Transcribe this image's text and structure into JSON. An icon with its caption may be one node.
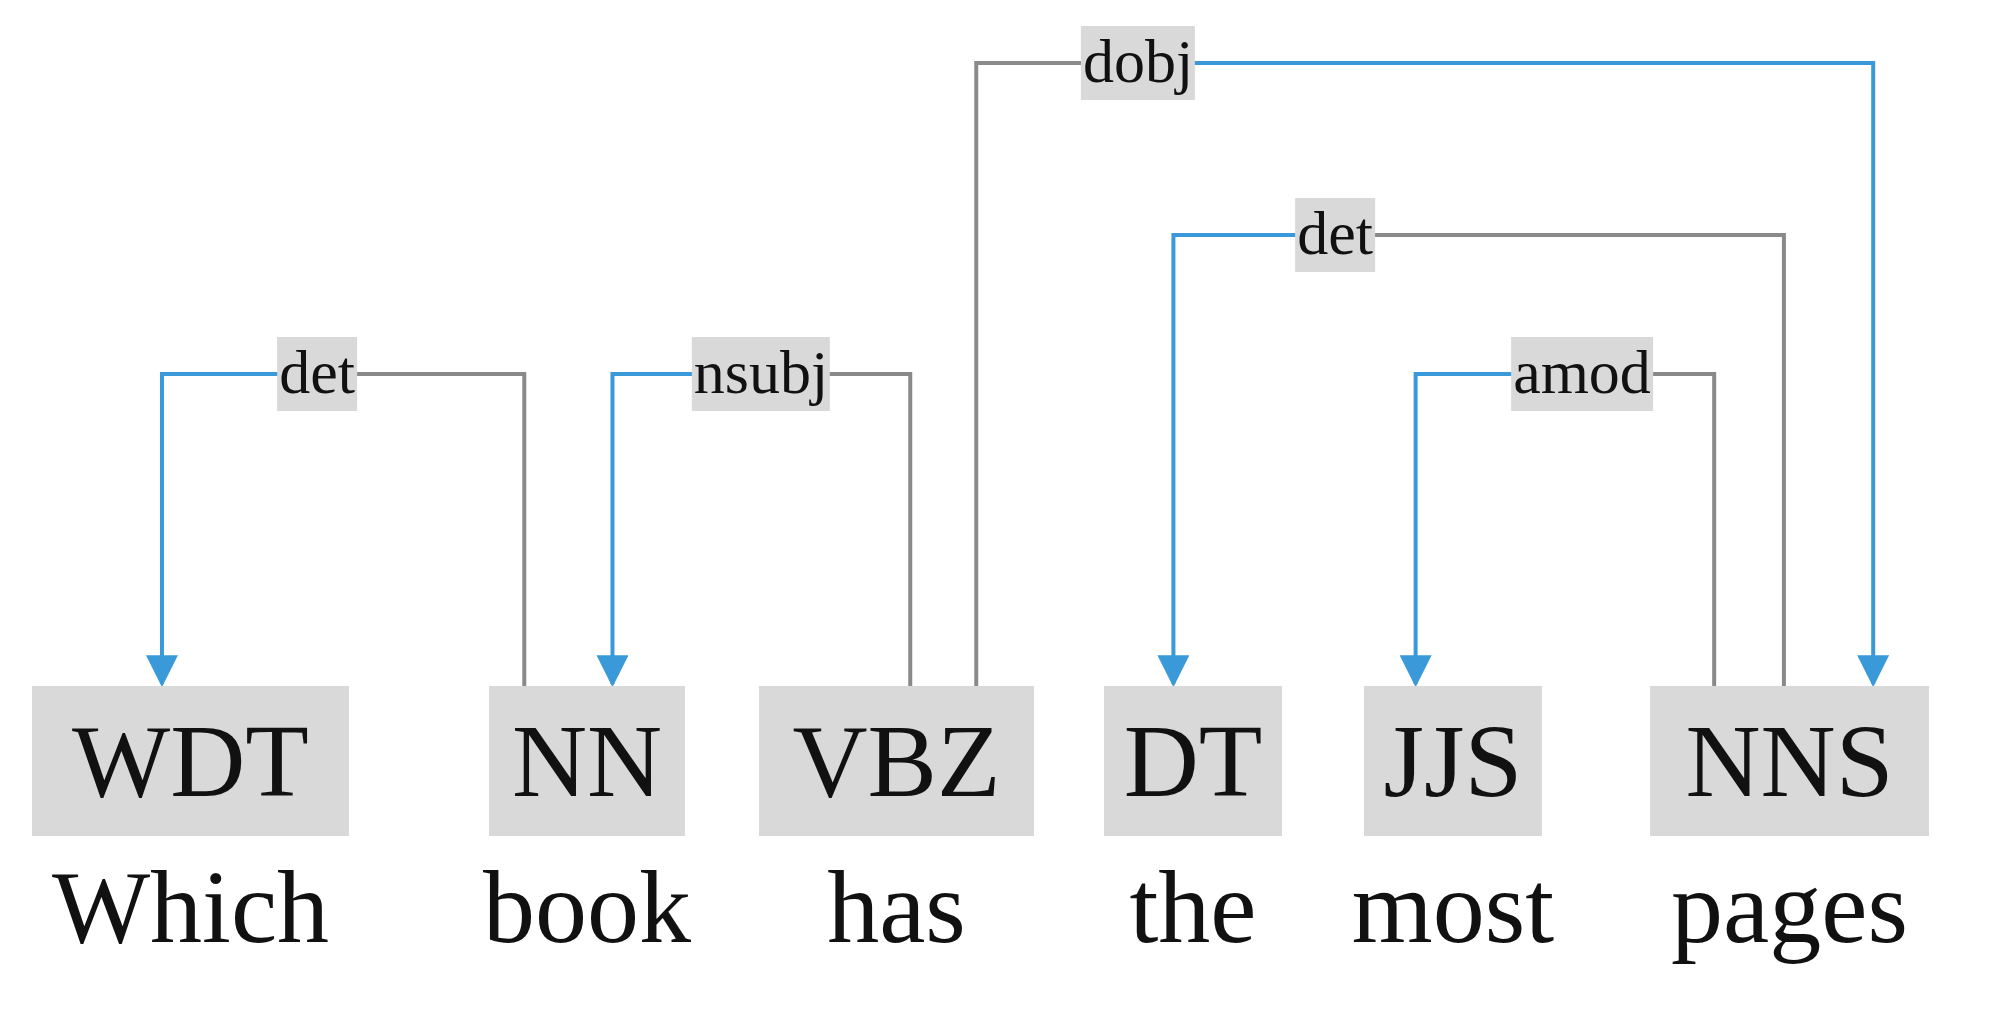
{
  "diagram": {
    "nodes": [
      {
        "text": [
          "WDT"
        ],
        "beside": [
          "Which"
        ]
      },
      {
        "text": [
          "NN"
        ],
        "beside": [
          "book"
        ]
      },
      {
        "text": [
          "VBZ"
        ],
        "beside": [
          "has"
        ]
      },
      {
        "text": [
          "DT"
        ],
        "beside": [
          "the"
        ]
      },
      {
        "text": [
          "JJS"
        ],
        "beside": [
          "most"
        ]
      },
      {
        "text": [
          "NNS"
        ],
        "beside": [
          "pages"
        ]
      }
    ],
    "edges": [
      {
        "from": 1,
        "to": 0,
        "arrow": "to",
        "label": "det"
      },
      {
        "from": 2,
        "to": 1,
        "arrow": "to",
        "label": "nsubj"
      },
      {
        "from": 2,
        "to": 5,
        "arrow": "to",
        "label": "dobj"
      },
      {
        "from": 5,
        "to": 3,
        "arrow": "to",
        "label": "det"
      },
      {
        "from": 5,
        "to": 4,
        "arrow": "to",
        "label": "amod"
      }
    ]
  }
}
